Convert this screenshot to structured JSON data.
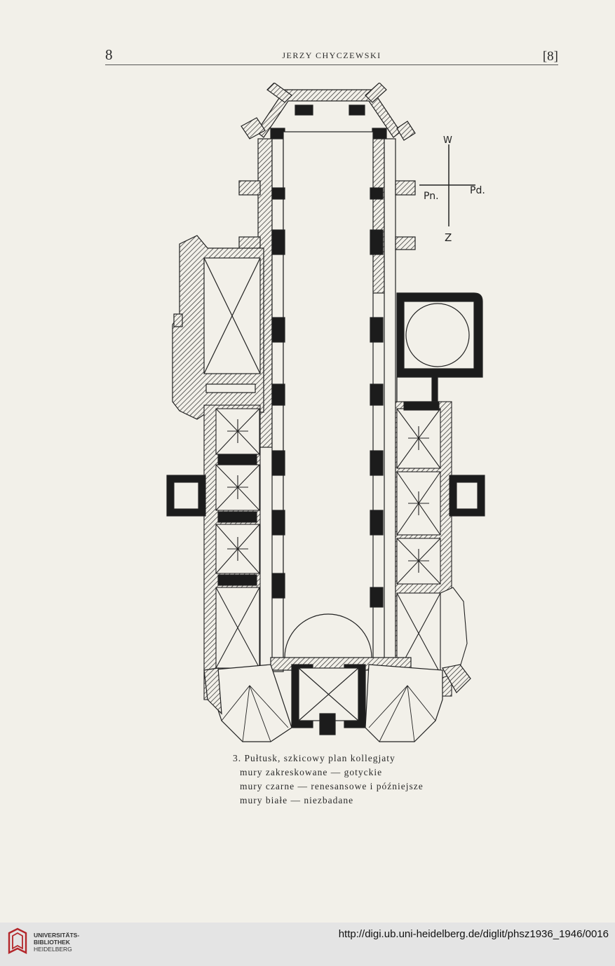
{
  "header": {
    "page_number": "8",
    "author": "JERZY CHYCZEWSKI",
    "page_bracket": "[8]"
  },
  "compass": {
    "north": "Pn.",
    "south": "Pd.",
    "west": "W",
    "east": "Z"
  },
  "caption": {
    "title": "3. Pułtusk, szkicowy plan kollegjaty",
    "line1": "mury zakreskowane — gotyckie",
    "line2": "mury czarne — renesansowe i późniejsze",
    "line3": "mury białe — niezbadane"
  },
  "footer": {
    "library_line1": "UNIVERSITÄTS-",
    "library_line2": "BIBLIOTHEK",
    "library_line3": "HEIDELBERG",
    "url": "http://digi.ub.uni-heidelberg.de/diglit/phsz1936_1946/0016"
  },
  "colors": {
    "paper": "#f2f0e9",
    "ink": "#2a2a2a",
    "footer_bg": "#e4e4e4",
    "logo_red": "#b3262a"
  }
}
